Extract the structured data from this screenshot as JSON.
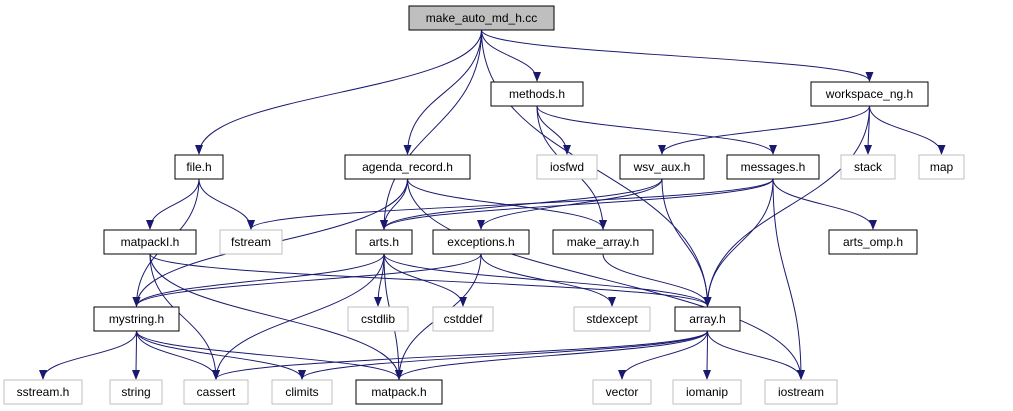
{
  "title": "make_auto_md_h.cc",
  "colors": {
    "root_fill": "#bfbfbf",
    "node_border": "#000000",
    "sys_border": "#bfbfbf",
    "edge": "#191970"
  },
  "nodes": [
    {
      "id": "root",
      "label": "make_auto_md_h.cc",
      "kind": "root"
    },
    {
      "id": "methods",
      "label": "methods.h",
      "kind": "local"
    },
    {
      "id": "workspace",
      "label": "workspace_ng.h",
      "kind": "local"
    },
    {
      "id": "file",
      "label": "file.h",
      "kind": "local"
    },
    {
      "id": "agenda",
      "label": "agenda_record.h",
      "kind": "local"
    },
    {
      "id": "iosfwd",
      "label": "iosfwd",
      "kind": "system"
    },
    {
      "id": "wsvaux",
      "label": "wsv_aux.h",
      "kind": "local"
    },
    {
      "id": "messages",
      "label": "messages.h",
      "kind": "local"
    },
    {
      "id": "stack",
      "label": "stack",
      "kind": "system"
    },
    {
      "id": "map",
      "label": "map",
      "kind": "system"
    },
    {
      "id": "matpackI",
      "label": "matpackI.h",
      "kind": "local"
    },
    {
      "id": "fstream",
      "label": "fstream",
      "kind": "system"
    },
    {
      "id": "arts",
      "label": "arts.h",
      "kind": "local"
    },
    {
      "id": "exceptions",
      "label": "exceptions.h",
      "kind": "local"
    },
    {
      "id": "makearray",
      "label": "make_array.h",
      "kind": "local"
    },
    {
      "id": "artsomp",
      "label": "arts_omp.h",
      "kind": "local"
    },
    {
      "id": "mystring",
      "label": "mystring.h",
      "kind": "local"
    },
    {
      "id": "cstdlib",
      "label": "cstdlib",
      "kind": "system"
    },
    {
      "id": "cstddef",
      "label": "cstddef",
      "kind": "system"
    },
    {
      "id": "stdexcept",
      "label": "stdexcept",
      "kind": "system"
    },
    {
      "id": "array",
      "label": "array.h",
      "kind": "local"
    },
    {
      "id": "sstream",
      "label": "sstream.h",
      "kind": "system"
    },
    {
      "id": "string",
      "label": "string",
      "kind": "system"
    },
    {
      "id": "cassert",
      "label": "cassert",
      "kind": "system"
    },
    {
      "id": "climits",
      "label": "climits",
      "kind": "system"
    },
    {
      "id": "matpack",
      "label": "matpack.h",
      "kind": "local"
    },
    {
      "id": "vector",
      "label": "vector",
      "kind": "system"
    },
    {
      "id": "iomanip",
      "label": "iomanip",
      "kind": "system"
    },
    {
      "id": "iostream",
      "label": "iostream",
      "kind": "system"
    }
  ],
  "edges": [
    [
      "root",
      "methods"
    ],
    [
      "root",
      "workspace"
    ],
    [
      "root",
      "file"
    ],
    [
      "root",
      "agenda"
    ],
    [
      "root",
      "arts"
    ],
    [
      "root",
      "array"
    ],
    [
      "methods",
      "iosfwd"
    ],
    [
      "methods",
      "messages"
    ],
    [
      "methods",
      "makearray"
    ],
    [
      "workspace",
      "stack"
    ],
    [
      "workspace",
      "map"
    ],
    [
      "workspace",
      "wsvaux"
    ],
    [
      "workspace",
      "array"
    ],
    [
      "file",
      "matpackI"
    ],
    [
      "file",
      "fstream"
    ],
    [
      "file",
      "mystring"
    ],
    [
      "agenda",
      "arts"
    ],
    [
      "agenda",
      "makearray"
    ],
    [
      "agenda",
      "mystring"
    ],
    [
      "agenda",
      "iostream"
    ],
    [
      "wsvaux",
      "arts"
    ],
    [
      "wsvaux",
      "exceptions"
    ],
    [
      "wsvaux",
      "array"
    ],
    [
      "messages",
      "arts"
    ],
    [
      "messages",
      "fstream"
    ],
    [
      "messages",
      "artsomp"
    ],
    [
      "messages",
      "array"
    ],
    [
      "messages",
      "iostream"
    ],
    [
      "matpackI",
      "array"
    ],
    [
      "matpackI",
      "matpack"
    ],
    [
      "matpackI",
      "cassert"
    ],
    [
      "arts",
      "cstdlib"
    ],
    [
      "arts",
      "cstddef"
    ],
    [
      "arts",
      "mystring"
    ],
    [
      "arts",
      "cassert"
    ],
    [
      "arts",
      "matpack"
    ],
    [
      "arts",
      "array"
    ],
    [
      "exceptions",
      "stdexcept"
    ],
    [
      "exceptions",
      "mystring"
    ],
    [
      "exceptions",
      "matpack"
    ],
    [
      "makearray",
      "array"
    ],
    [
      "mystring",
      "sstream"
    ],
    [
      "mystring",
      "string"
    ],
    [
      "mystring",
      "cassert"
    ],
    [
      "mystring",
      "climits"
    ],
    [
      "mystring",
      "matpack"
    ],
    [
      "array",
      "vector"
    ],
    [
      "array",
      "iomanip"
    ],
    [
      "array",
      "iostream"
    ],
    [
      "array",
      "cassert"
    ],
    [
      "array",
      "climits"
    ],
    [
      "array",
      "matpack"
    ]
  ]
}
